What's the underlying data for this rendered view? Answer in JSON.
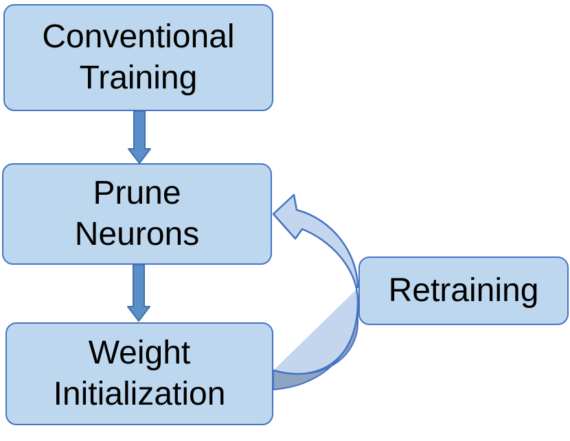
{
  "diagram": {
    "nodes": {
      "conventional_training": {
        "line1": "Conventional",
        "line2": "Training"
      },
      "prune_neurons": {
        "line1": "Prune",
        "line2": "Neurons"
      },
      "weight_initialization": {
        "line1": "Weight",
        "line2": "Initialization"
      },
      "retraining": {
        "label": "Retraining"
      }
    },
    "edges": [
      {
        "from": "Conventional Training",
        "to": "Prune Neurons"
      },
      {
        "from": "Prune Neurons",
        "to": "Weight Initialization"
      },
      {
        "from": "Weight Initialization",
        "to": "Prune Neurons",
        "via": "Retraining"
      }
    ],
    "colors": {
      "box_fill": "#bdd7ee",
      "box_border": "#4472c4",
      "arrow_fill": "#5b8fc9",
      "curved_arrow_fill": "#c3d6ed",
      "curved_arrow_shade": "#8da5c2"
    }
  }
}
